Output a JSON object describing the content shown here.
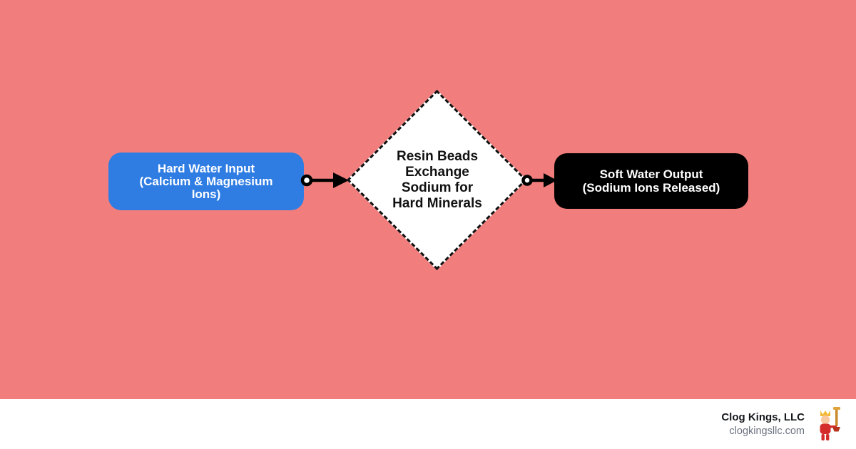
{
  "colors": {
    "background": "#F17E7C",
    "input_box_bg": "#2F7DE3",
    "output_box_bg": "#000000",
    "process_fill": "#FFFFFF",
    "process_border": "#111111",
    "arrow": "#000000",
    "footer_bg": "#FFFFFF",
    "footer_company_text": "#15181D",
    "footer_website_text": "#6B7280"
  },
  "diagram": {
    "input": {
      "lines": [
        "Hard Water Input",
        "(Calcium & Magnesium",
        "Ions)"
      ]
    },
    "process": {
      "lines": [
        "Resin Beads",
        "Exchange",
        "Sodium for",
        "Hard Minerals"
      ]
    },
    "output": {
      "lines": [
        "Soft Water Output",
        "(Sodium Ions Released)"
      ]
    }
  },
  "footer": {
    "company": "Clog Kings, LLC",
    "website": "clogkingsllc.com"
  },
  "icons": {
    "arrow_input_to_process": "flow-arrow-right-icon",
    "arrow_process_to_output": "flow-arrow-right-icon",
    "mascot": "clog-kings-mascot-icon"
  }
}
